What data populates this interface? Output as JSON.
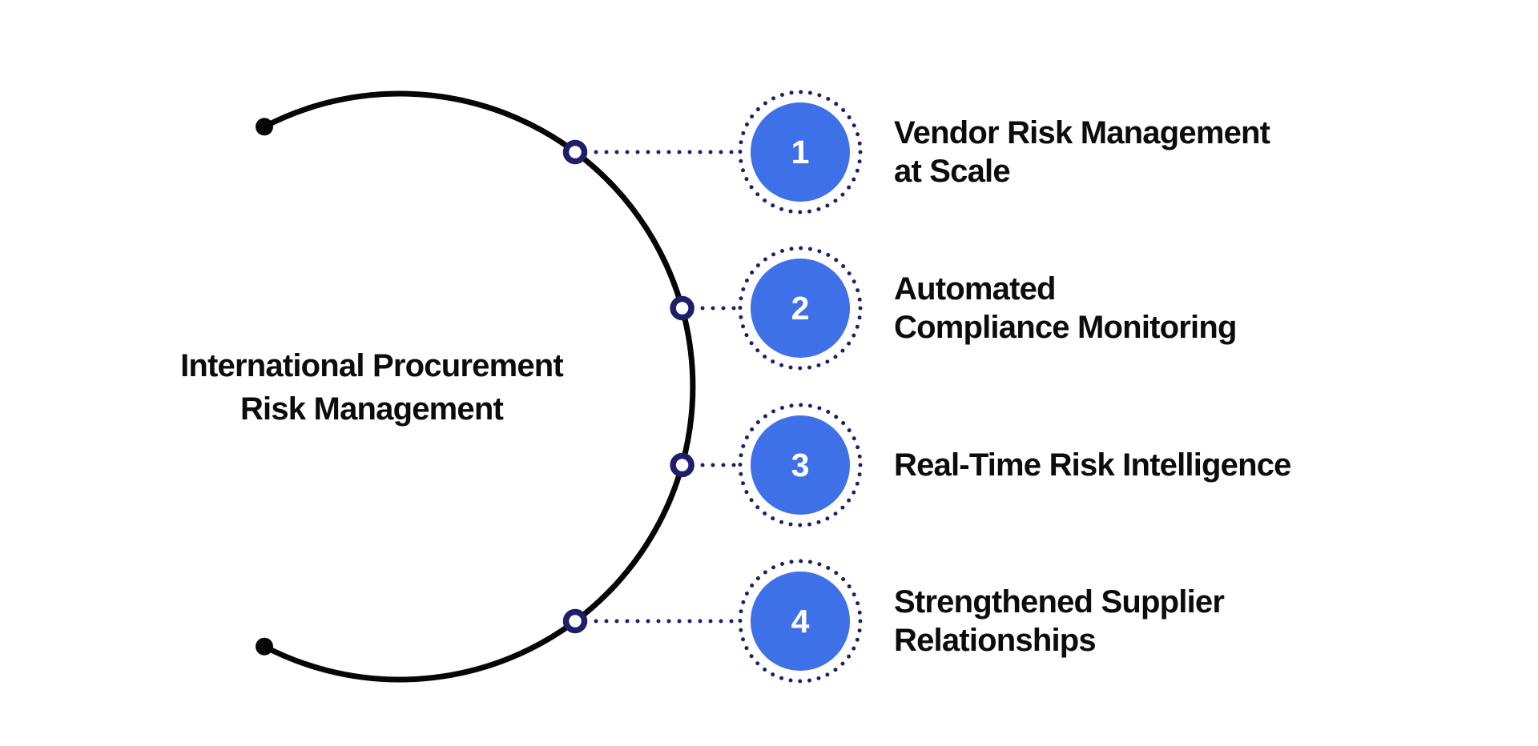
{
  "title": {
    "text": "International Procurement\nRisk Management"
  },
  "items": [
    {
      "number": "1",
      "label": "Vendor Risk Management\nat Scale"
    },
    {
      "number": "2",
      "label": "Automated\nCompliance Monitoring"
    },
    {
      "number": "3",
      "label": "Real-Time Risk Intelligence"
    },
    {
      "number": "4",
      "label": "Strengthened Supplier\nRelationships"
    }
  ],
  "colors": {
    "accent_blue": "#3e70e8",
    "navy": "#1b2069",
    "arc_black": "#060606",
    "text": "#0c0c0c",
    "background": "#ffffff"
  }
}
